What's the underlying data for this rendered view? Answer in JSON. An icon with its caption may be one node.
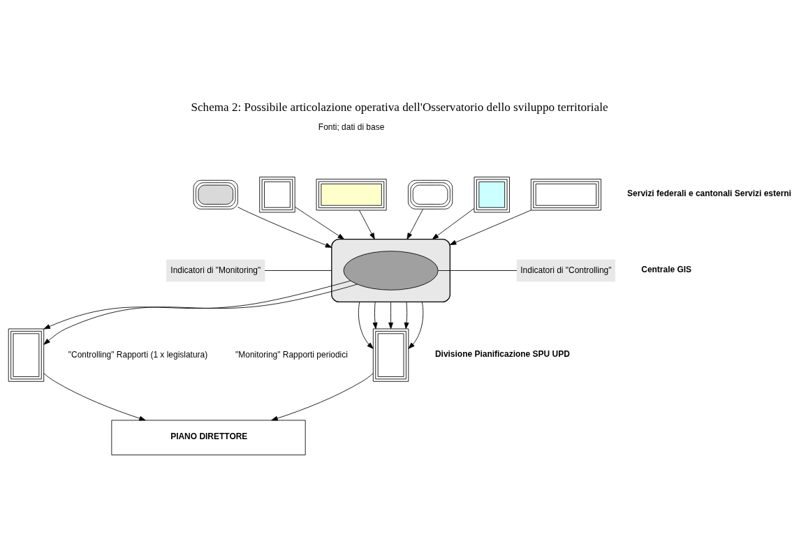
{
  "diagram": {
    "title": "Schema 2: Possibile articolazione operativa dell'Osservatorio dello sviluppo territoriale",
    "nodes": [
      {
        "text": [],
        "shape": "box"
      },
      {
        "text": [],
        "shape": "box"
      },
      {
        "text": [],
        "shape": "box"
      },
      {
        "text": [],
        "shape": "box"
      },
      {
        "text": [],
        "shape": "box"
      },
      {
        "text": [],
        "shape": "box"
      },
      {
        "text": [],
        "shape": "ellipse"
      },
      {
        "text": [],
        "shape": "ellipse",
        "in": 6
      },
      {
        "text": [
          "Indicatori di \"Monitoring\""
        ]
      },
      {
        "text": [
          "Indicatori di \"Controlling\""
        ]
      },
      {
        "text": [],
        "shape": "box",
        "beside": [
          "\"Monitoring\" Rapporti periodici"
        ]
      },
      {
        "text": [],
        "shape": "box",
        "beside": [
          "\"Controlling\" Rapporti (1 x legislatura)"
        ]
      },
      {
        "text": [
          "PIANO DIRETTORE"
        ]
      }
    ],
    "edges": [
      {
        "from": 0,
        "to": 6,
        "arrow": "to"
      },
      {
        "from": 1,
        "to": 6,
        "arrow": "to"
      },
      {
        "from": 2,
        "to": 6,
        "arrow": "to"
      },
      {
        "from": 3,
        "to": 6,
        "arrow": "to"
      },
      {
        "from": 4,
        "to": 6,
        "arrow": "to"
      },
      {
        "from": 5,
        "to": 6,
        "arrow": "to"
      },
      {
        "from": 8,
        "to": 6,
        "arrow": "none"
      },
      {
        "from": 9,
        "to": 7,
        "arrow": "none"
      },
      {
        "from": 6,
        "to": 10,
        "arrow": "to"
      },
      {
        "from": 6,
        "to": 10,
        "arrow": "to"
      },
      {
        "from": 6,
        "to": 10,
        "arrow": "to"
      },
      {
        "from": 6,
        "to": 10,
        "arrow": "to"
      },
      {
        "from": 6,
        "to": 10,
        "arrow": "to"
      },
      {
        "from": 7,
        "to": 11,
        "arrow": "to"
      },
      {
        "from": 7,
        "to": 11,
        "arrow": "to"
      },
      {
        "from": 10,
        "to": 12,
        "arrow": "to"
      },
      {
        "from": 11,
        "to": 12,
        "arrow": "to"
      }
    ],
    "labels": [
      "Fonti; dati di base",
      "Servizi federali e cantonali Servizi esterni",
      "Centrale GIS",
      "Divisione Pianificazione SPU UPD"
    ]
  }
}
